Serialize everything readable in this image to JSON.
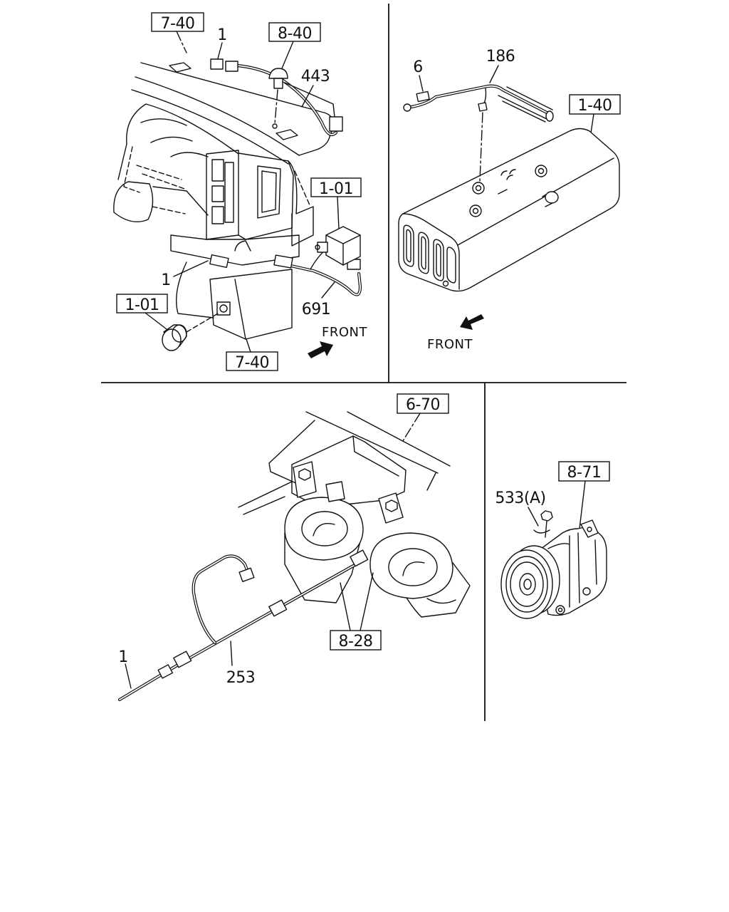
{
  "dashboard_panel": {
    "ref_panel_top": "7-40",
    "ref_clip": "8-40",
    "ref_switch": "1-01",
    "ref_cap": "1-01",
    "ref_panel_bottom": "7-40",
    "part_connector_top": "1",
    "part_harness_top": "443",
    "part_connector_left": "1",
    "part_harness_switch": "691",
    "direction": "FRONT"
  },
  "fuel_tank_panel": {
    "ref_tank": "1-40",
    "part_ground": "6",
    "part_harness": "186",
    "direction": "FRONT"
  },
  "horn_panel": {
    "ref_frame": "6-70",
    "ref_horns": "8-28",
    "part_harness": "253",
    "part_connector": "1"
  },
  "compressor_panel": {
    "ref_compressor": "8-71",
    "part_bolt": "533(A)"
  }
}
